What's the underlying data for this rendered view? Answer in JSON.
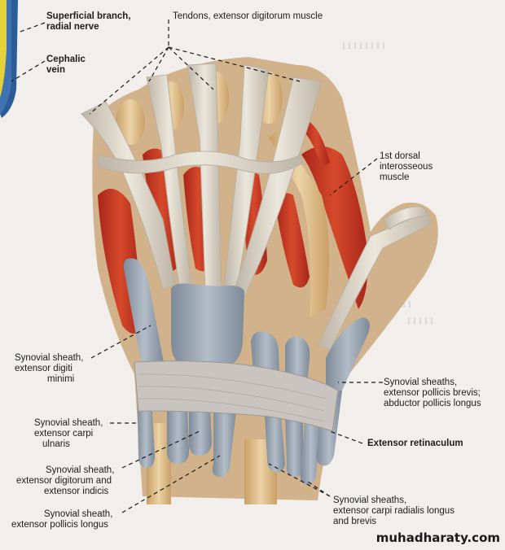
{
  "labels": {
    "superficial_branch": [
      "Superficial branch,",
      "radial nerve"
    ],
    "cephalic_vein": [
      "Cephalic",
      "vein"
    ],
    "tendons_ext_digitorum": "Tendons, extensor digitorum muscle",
    "first_dorsal_interosseous": [
      "1st dorsal",
      "interosseous",
      "muscle"
    ],
    "syn_ext_digiti_minimi": [
      "Synovial sheath,",
      "extensor digiti",
      "minimi"
    ],
    "syn_pollicis_brevis": [
      "Synovial sheaths,",
      "extensor pollicis brevis;",
      "abductor pollicis longus"
    ],
    "syn_carpi_ulnaris": [
      "Synovial sheath,",
      "extensor carpi",
      "ulnaris"
    ],
    "extensor_retinaculum": "Extensor retinaculum",
    "syn_digitorum_indicis": [
      "Synovial sheath,",
      "extensor digitorum and",
      "extensor indicis"
    ],
    "syn_pollicis_longus": [
      "Synovial sheath,",
      "extensor pollicis longus"
    ],
    "syn_carpi_radialis": [
      "Synovial sheaths,",
      "extensor carpi radialis longus",
      "and brevis"
    ]
  },
  "watermark": "muhadharaty.com",
  "colors": {
    "background": "#f1eeec",
    "muscle": "#c83a22",
    "tendon": "#d9d3c6",
    "sheath": "#8e9ba9",
    "bone": "#d8b98a",
    "nerve": "#e5d23b",
    "vein": "#3f72b0"
  }
}
